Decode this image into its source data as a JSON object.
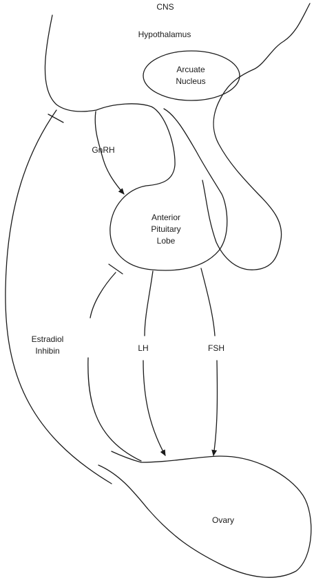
{
  "labels": {
    "cns": "CNS",
    "hypothalamus": "Hypothalamus",
    "arcuate_line1": "Arcuate",
    "arcuate_line2": "Nucleus",
    "gnrh": "GnRH",
    "anterior_line1": "Anterior",
    "anterior_line2": "Pituitary",
    "anterior_line3": "Lobe",
    "estradiol": "Estradiol",
    "inhibin": "Inhibin",
    "lh": "LH",
    "fsh": "FSH",
    "ovary": "Ovary"
  },
  "colors": {
    "line": "#1a1a1a",
    "background": "#ffffff"
  }
}
